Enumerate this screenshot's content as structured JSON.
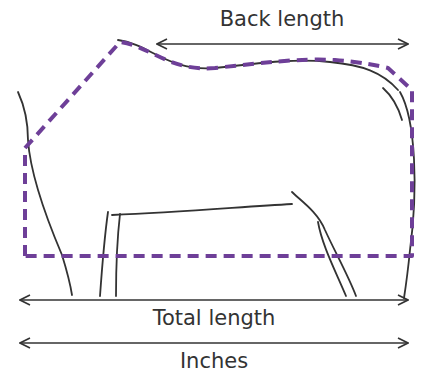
{
  "diagram": {
    "labels": [
      "Back length",
      "Total length",
      "Inches"
    ]
  }
}
